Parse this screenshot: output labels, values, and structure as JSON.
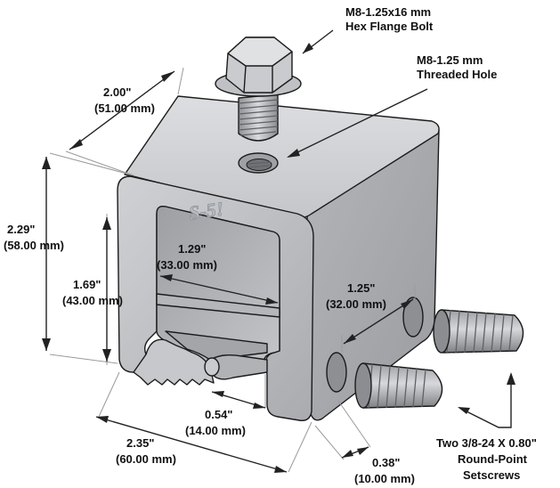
{
  "labels": {
    "bolt_spec": "M8-1.25x16 mm",
    "bolt_name": "Hex Flange Bolt",
    "hole_spec": "M8-1.25 mm",
    "hole_name": "Threaded Hole",
    "depth_in": "2.00\"",
    "depth_mm": "(51.00 mm)",
    "height_in": "2.29\"",
    "height_mm": "(58.00 mm)",
    "inner_height_in": "1.69\"",
    "inner_height_mm": "(43.00 mm)",
    "inner_width_in": "1.29\"",
    "inner_width_mm": "(33.00 mm)",
    "setscrew_spacing_in": "1.25\"",
    "setscrew_spacing_mm": "(32.00 mm)",
    "slot_in": "0.54\"",
    "slot_mm": "(14.00 mm)",
    "width_in": "2.35\"",
    "width_mm": "(60.00 mm)",
    "edge_in": "0.38\"",
    "edge_mm": "(10.00 mm)",
    "setscrew_line1": "Two 3/8-24 X 0.80\"",
    "setscrew_line2": "Round-Point",
    "setscrew_line3": "Setscrews"
  },
  "logo": "S-5!",
  "colors": {
    "metal_front": "#b7b9bd",
    "metal_top": "#d2d4d7",
    "metal_side": "#a7a9ad",
    "inner_dark": "#8e9095",
    "outline": "#1b1b1b"
  }
}
